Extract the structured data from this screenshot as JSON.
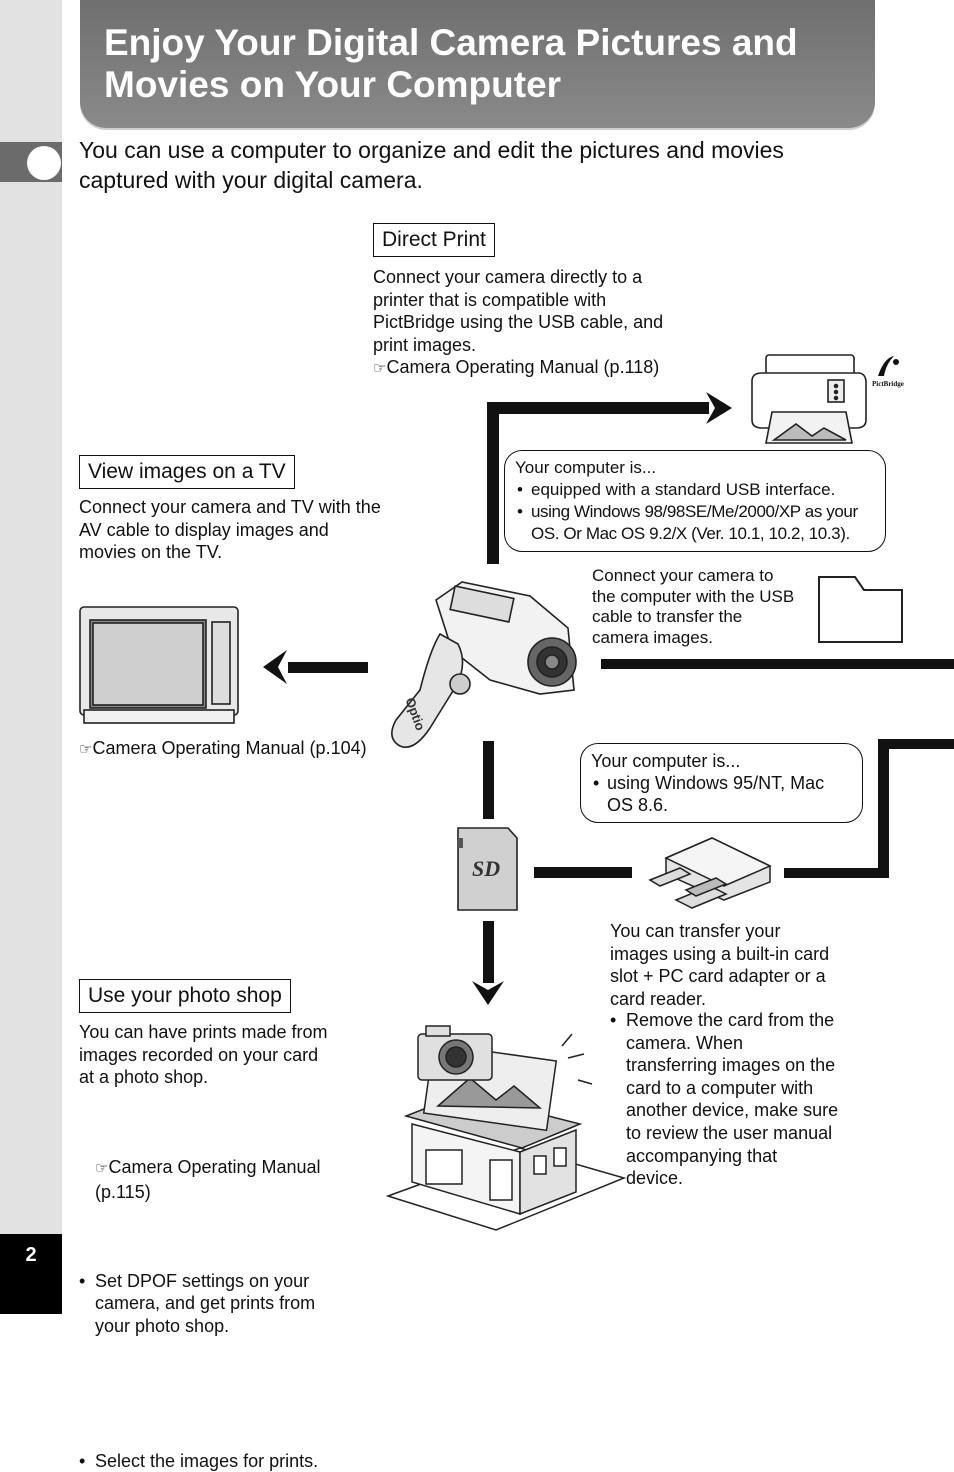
{
  "page": {
    "number": "2",
    "title": "Enjoy Your Digital Camera Pictures and\nMovies on Your Computer",
    "intro": "You can use a computer to organize and edit the pictures and movies\ncaptured with your digital camera."
  },
  "direct_print": {
    "label": "Direct Print",
    "text": "Connect your camera directly to a\nprinter that is compatible with\nPictBridge using the USB cable, and\nprint images.",
    "ref": "Camera Operating Manual (p.118)",
    "pictbridge_logo_text": "PictBridge"
  },
  "tv": {
    "label": "View images on a TV",
    "text": "Connect your camera and TV with the\nAV cable to display images and\nmovies on the TV.",
    "ref": "Camera Operating Manual (p.104)"
  },
  "usb_computer": {
    "cond_title": "Your computer is...",
    "cond_items": [
      "equipped with a standard USB interface.",
      "using Windows 98/98SE/Me/2000/XP as your OS. Or Mac OS 9.2/X (Ver. 10.1, 10.2, 10.3)."
    ],
    "text": "Connect your camera to\nthe computer with the USB\ncable to transfer the\ncamera images."
  },
  "card_computer": {
    "cond_title": "Your computer is...",
    "cond_items": [
      "using Windows 95/NT, Mac OS 8.6."
    ],
    "text": "You can transfer your\nimages using a built-in card\nslot + PC card adapter or a\ncard reader.",
    "bullet": "Remove the card from the\ncamera. When\ntransferring images on the\ncard to a computer with\nanother device, make sure\nto review the user manual\naccompanying that\ndevice."
  },
  "sd_card_text": "SD",
  "camera_brand": "Optio",
  "photo_shop": {
    "label": "Use your photo shop",
    "text": "You can have prints made from\nimages recorded on your card\nat a photo shop.",
    "bullet1": "Set DPOF settings on your\ncamera, and get prints from\nyour photo shop.",
    "bullet1_ref": "Camera Operating Manual\n(p.115)",
    "bullet2": "Select the images for prints."
  },
  "ref_icon": "pointing-hand-icon",
  "colors": {
    "title_bg": "#7a7a7a",
    "sidebar": "#e2e2e2",
    "arrow": "#111111"
  }
}
